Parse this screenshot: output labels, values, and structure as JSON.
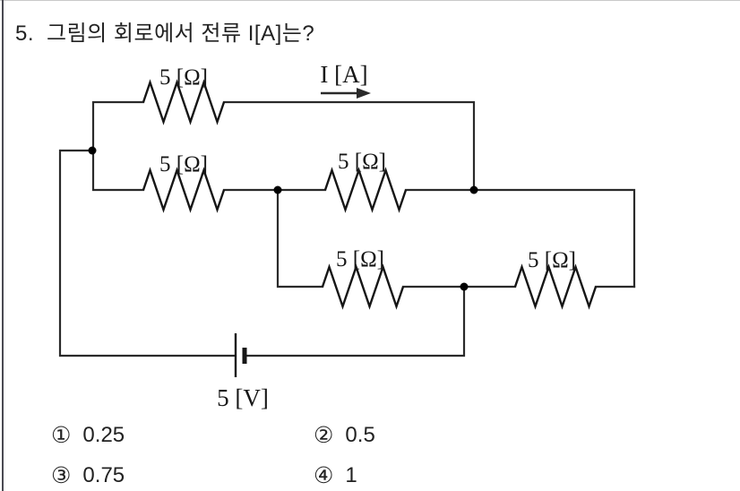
{
  "question": {
    "number": "5.",
    "text": "그림의 회로에서 전류 I[A]는?"
  },
  "circuit": {
    "resistors": [
      {
        "label": "5 [Ω]"
      },
      {
        "label": "5 [Ω]"
      },
      {
        "label": "5 [Ω]"
      },
      {
        "label": "5 [Ω]"
      },
      {
        "label": "5 [Ω]"
      }
    ],
    "current": {
      "label": "I [A]"
    },
    "battery": {
      "label": "5 [V]"
    }
  },
  "options": [
    {
      "marker": "①",
      "value": "0.25"
    },
    {
      "marker": "②",
      "value": "0.5"
    },
    {
      "marker": "③",
      "value": "0.75"
    },
    {
      "marker": "④",
      "value": "1"
    }
  ],
  "colors": {
    "ink": "#1f1f1f",
    "border": "#4a4a52",
    "topline": "#c9c9c9"
  }
}
